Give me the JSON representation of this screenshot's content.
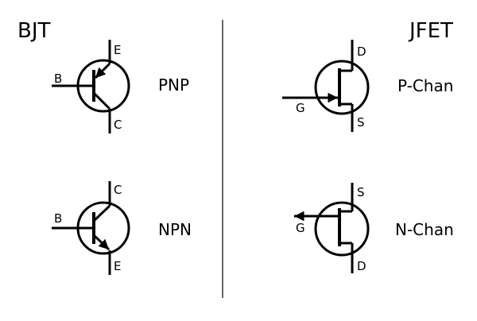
{
  "sections": {
    "bjt": {
      "title": "BJT",
      "pnp": {
        "type_label": "PNP",
        "pins": {
          "base": "B",
          "emitter": "E",
          "collector": "C"
        }
      },
      "npn": {
        "type_label": "NPN",
        "pins": {
          "base": "B",
          "emitter": "E",
          "collector": "C"
        }
      }
    },
    "jfet": {
      "title": "JFET",
      "p_channel": {
        "type_label": "P-Chan",
        "pins": {
          "gate": "G",
          "drain": "D",
          "source": "S"
        }
      },
      "n_channel": {
        "type_label": "N-Chan",
        "pins": {
          "gate": "G",
          "drain": "D",
          "source": "S"
        }
      }
    }
  },
  "colors": {
    "ink": "#000000",
    "background": "#ffffff"
  }
}
